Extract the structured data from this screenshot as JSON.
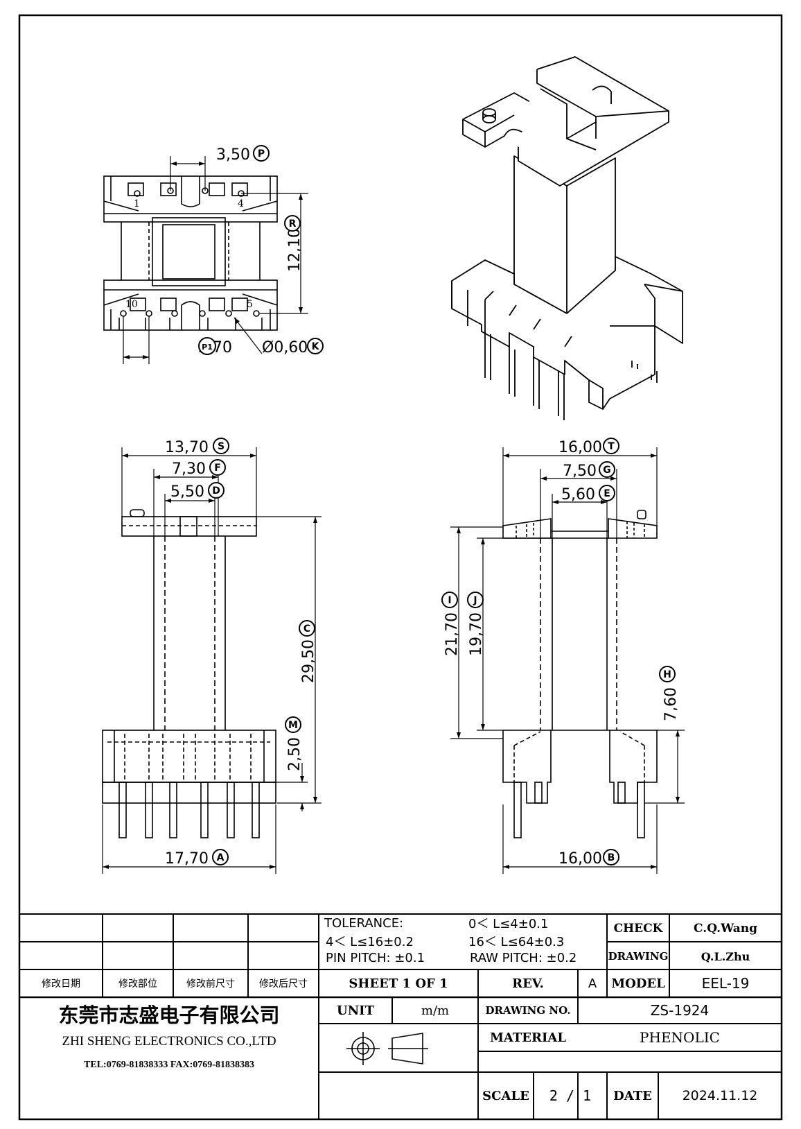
{
  "dimensions": {
    "p": {
      "value": "3,50",
      "tag": "P"
    },
    "r": {
      "value": "12,10",
      "tag": "R"
    },
    "p1": {
      "value": "2,70",
      "tag": "P1"
    },
    "k": {
      "value": "Ø0,60",
      "tag": "K"
    },
    "s": {
      "value": "13,70",
      "tag": "S"
    },
    "f": {
      "value": "7,30",
      "tag": "F"
    },
    "d": {
      "value": "5,50",
      "tag": "D"
    },
    "c": {
      "value": "29,50",
      "tag": "C"
    },
    "m": {
      "value": "2,50",
      "tag": "M"
    },
    "a": {
      "value": "17,70",
      "tag": "A"
    },
    "t": {
      "value": "16,00",
      "tag": "T"
    },
    "g": {
      "value": "7,50",
      "tag": "G"
    },
    "e": {
      "value": "5,60",
      "tag": "E"
    },
    "i": {
      "value": "21,70",
      "tag": "I"
    },
    "j": {
      "value": "19,70",
      "tag": "J"
    },
    "h": {
      "value": "7,60",
      "tag": "H"
    },
    "b": {
      "value": "16,00",
      "tag": "B"
    }
  },
  "pin_labels": {
    "pin1": "1",
    "pin4": "4",
    "pin10": "10",
    "pin5": "5"
  },
  "title_block": {
    "tolerance_label": "TOLERANCE:",
    "tol_1": "0＜ L≤4±0.1",
    "tol_2": "4＜ L≤16±0.2",
    "tol_3": "16＜ L≤64±0.3",
    "pin_pitch": "PIN  PITCH: ±0.1",
    "raw_pitch": "RAW  PITCH: ±0.2",
    "check_label": "CHECK",
    "check_value": "C.Q.Wang",
    "drawing_label": "DRAWING",
    "drawing_value": "Q.L.Zhu",
    "rev_col_1": "修改日期",
    "rev_col_2": "修改部位",
    "rev_col_3": "修改前尺寸",
    "rev_col_4": "修改后尺寸",
    "sheet": "SHEET  1  OF  1",
    "rev_label": "REV.",
    "rev_value": "A",
    "model_label": "MODEL",
    "model_value": "EEL-19",
    "company_cn": "东莞市志盛电子有限公司",
    "company_en": "ZHI SHENG  ELECTRONICS CO.,LTD",
    "contact": "TEL:0769-81838333 FAX:0769-81838383",
    "unit_label": "UNIT",
    "unit_value": "m/m",
    "drawing_no_label": "DRAWING  NO.",
    "drawing_no_value": "ZS-1924",
    "material_label": "MATERIAL",
    "material_value": "PHENOLIC",
    "scale_label": "SCALE",
    "scale_value": "2  /  1",
    "date_label": "DATE",
    "date_value": "2024.11.12"
  }
}
